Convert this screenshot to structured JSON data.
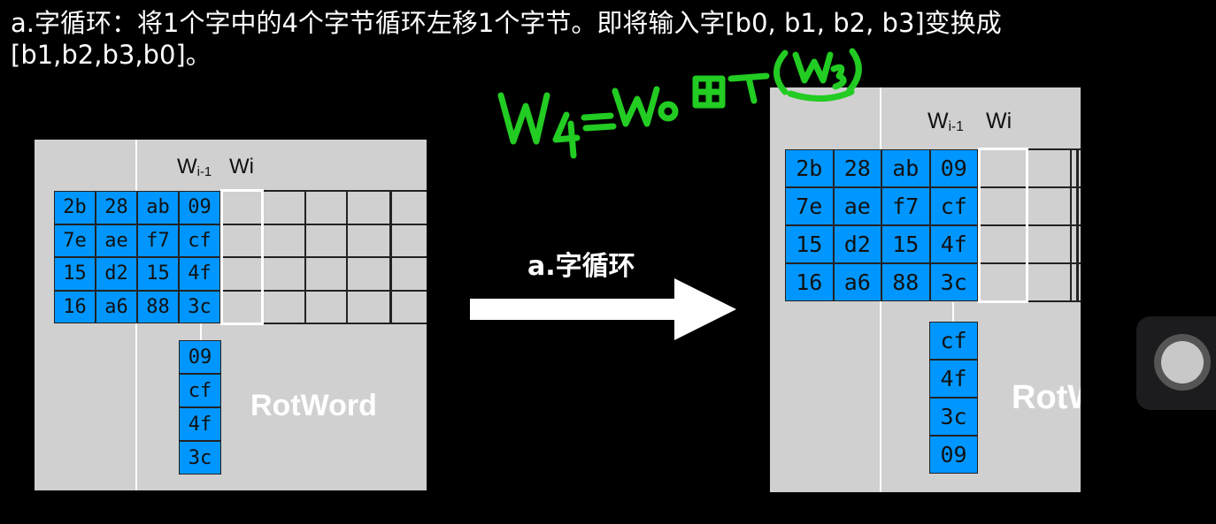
{
  "header": {
    "line1": "a.字循环：将1个字中的4个字节循环左移1个字节。即将输入字[b0, b1, b2, b3]变换成",
    "line2": "[b1,b2,b3,b0]。"
  },
  "arrow_label": "a.字循环",
  "handwritten_formula": "W4=W0⊞T(W3)",
  "left": {
    "w_prev": "W",
    "w_prev_sub": "i-1",
    "w_cur": "Wi",
    "grid": [
      [
        "2b",
        "28",
        "ab",
        "09"
      ],
      [
        "7e",
        "ae",
        "f7",
        "cf"
      ],
      [
        "15",
        "d2",
        "15",
        "4f"
      ],
      [
        "16",
        "a6",
        "88",
        "3c"
      ]
    ],
    "column": [
      "09",
      "cf",
      "4f",
      "3c"
    ],
    "rot_label": "RotWord"
  },
  "right": {
    "w_prev": "W",
    "w_prev_sub": "i-1",
    "w_cur": "Wi",
    "grid": [
      [
        "2b",
        "28",
        "ab",
        "09"
      ],
      [
        "7e",
        "ae",
        "f7",
        "cf"
      ],
      [
        "15",
        "d2",
        "15",
        "4f"
      ],
      [
        "16",
        "a6",
        "88",
        "3c"
      ]
    ],
    "column": [
      "cf",
      "4f",
      "3c",
      "09"
    ],
    "rot_label": "RotW"
  },
  "colors": {
    "cell_blue": "#0096ff",
    "panel_gray": "#d0d0d0",
    "ink_green": "#22cc22"
  }
}
